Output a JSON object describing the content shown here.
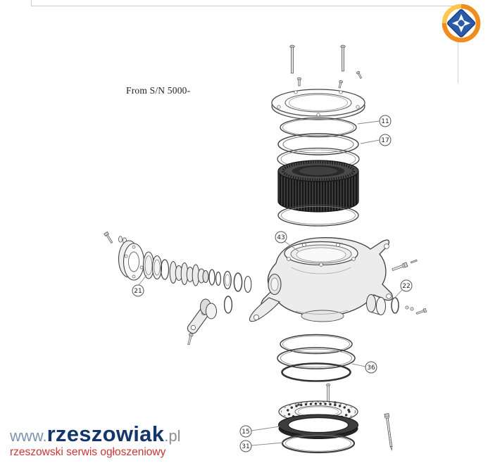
{
  "page": {
    "note": "From S/N 5000-"
  },
  "diagram": {
    "description": "exploded-parts-diagram",
    "callouts": [
      {
        "label": "11"
      },
      {
        "label": "17"
      },
      {
        "label": "43"
      },
      {
        "label": "21"
      },
      {
        "label": "22"
      },
      {
        "label": "36"
      },
      {
        "label": "15"
      },
      {
        "label": "31"
      }
    ]
  },
  "watermark": {
    "prefix": "www.",
    "name": "rzeszowiak",
    "suffix": ".pl",
    "tagline": "rzeszowski serwis ogłoszeniowy"
  },
  "colors": {
    "accent_navy": "#14366b",
    "accent_red": "#cc3333",
    "logo_orange": "#ef8d1d",
    "logo_gold": "#ffc54d",
    "logo_blue": "#2a5aa8"
  }
}
